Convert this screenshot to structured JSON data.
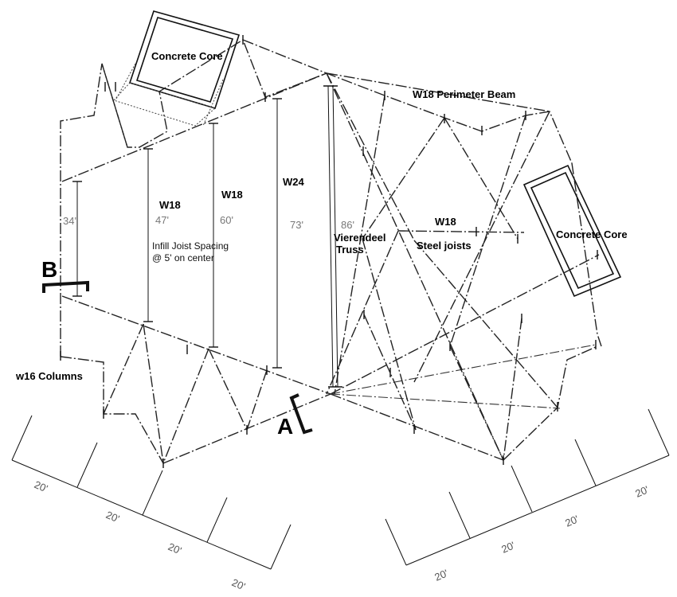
{
  "labels": {
    "core_1": "Concrete Core",
    "core_2": "Concrete Core",
    "perimeter_beam": "W18 Perimeter Beam",
    "w18_a": "W18",
    "w18_b": "W18",
    "w24": "W24",
    "w18_c": "W18",
    "steel_joists": "Steel joists",
    "vierendeel_1": "Vierendeel",
    "vierendeel_2": "Truss",
    "infill_1": "Infill Joist Spacing",
    "infill_2": "@ 5' on center",
    "columns": "w16 Columns"
  },
  "spans": {
    "s34": "34'",
    "s47": "47'",
    "s60": "60'",
    "s73": "73'",
    "s86": "86'"
  },
  "section_marks": {
    "a": "A",
    "b": "B"
  },
  "grid_left": [
    "20'",
    "20'",
    "20'",
    "20'"
  ],
  "grid_right": [
    "20'",
    "20'",
    "20'",
    "20'"
  ],
  "colors": {
    "ink": "#111111",
    "dimension_text": "#777777",
    "background": "#ffffff"
  }
}
